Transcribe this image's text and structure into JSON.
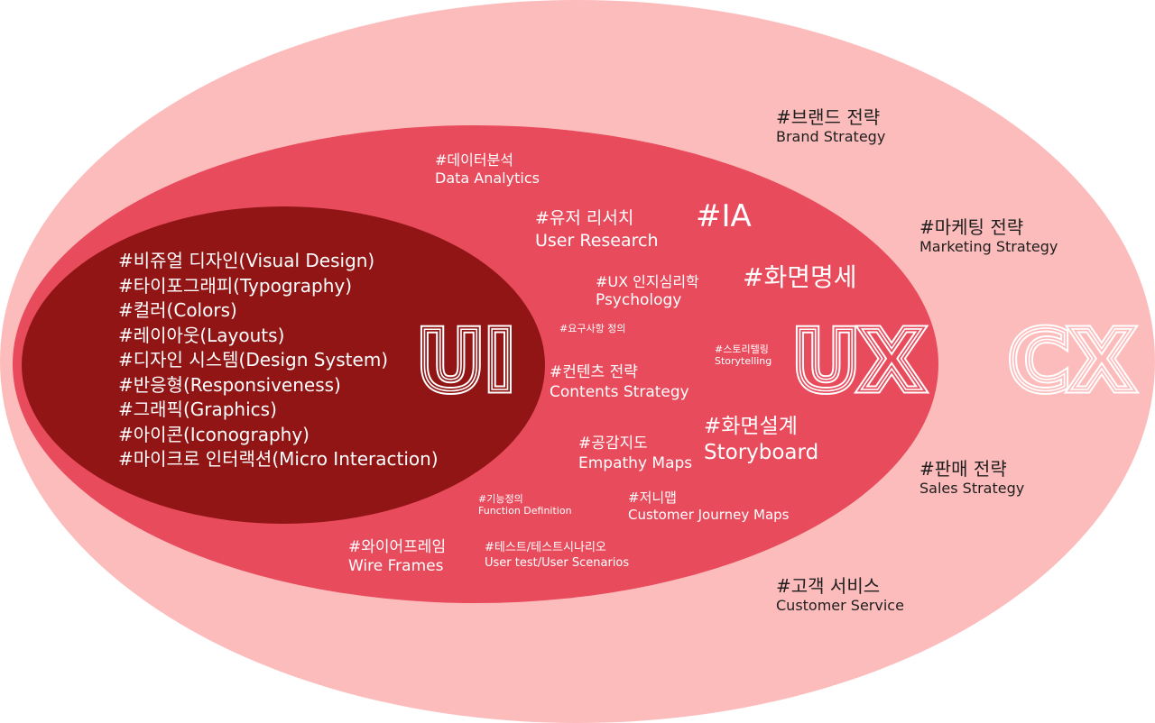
{
  "colors": {
    "outer": "#fdbcbc",
    "middle": "#e84b5c",
    "inner": "#911515",
    "white": "#ffffff",
    "dark_text": "#1e1e1e"
  },
  "cx": {
    "label": "CX",
    "items": [
      {
        "kr": "#브랜드 전략",
        "en": "Brand Strategy"
      },
      {
        "kr": "#마케팅 전략",
        "en": "Marketing Strategy"
      },
      {
        "kr": "#판매 전략",
        "en": "Sales Strategy"
      },
      {
        "kr": "#고객 서비스",
        "en": "Customer Service"
      }
    ]
  },
  "ux": {
    "label": "UX",
    "ia": "#IA",
    "screen_spec": "#화면명세",
    "data_analytics": {
      "kr": "#데이터분석",
      "en": "Data Analytics"
    },
    "user_research": {
      "kr": "#유저 리서치",
      "en": "User Research"
    },
    "psychology": {
      "kr": "#UX 인지심리학",
      "en": "Psychology"
    },
    "requirements": "#요구사항 정의",
    "storytelling": {
      "kr": "#스토리텔링",
      "en": "Storytelling"
    },
    "contents_strategy": {
      "kr": "#컨텐츠 전략",
      "en": "Contents Strategy"
    },
    "storyboard": {
      "kr": "#화면설계",
      "en": "Storyboard"
    },
    "empathy_maps": {
      "kr": "#공감지도",
      "en": "Empathy Maps"
    },
    "function_definition": {
      "kr": "#기능정의",
      "en": "Function Definition"
    },
    "journey_maps": {
      "kr": "#저니맵",
      "en": "Customer Journey Maps"
    },
    "wire_frames": {
      "kr": "#와이어프레임",
      "en": "Wire Frames"
    },
    "user_test": {
      "kr": "#테스트/테스트시나리오",
      "en": "User test/User Scenarios"
    }
  },
  "ui": {
    "label": "UI",
    "items": [
      "#비쥬얼 디자인(Visual Design)",
      "#타이포그래피(Typography)",
      "#컬러(Colors)",
      "#레이아웃(Layouts)",
      "#디자인 시스템(Design System)",
      "#반응형(Responsiveness)",
      "#그래픽(Graphics)",
      "#아이콘(Iconography)",
      "#마이크로 인터랙션(Micro Interaction)"
    ]
  }
}
